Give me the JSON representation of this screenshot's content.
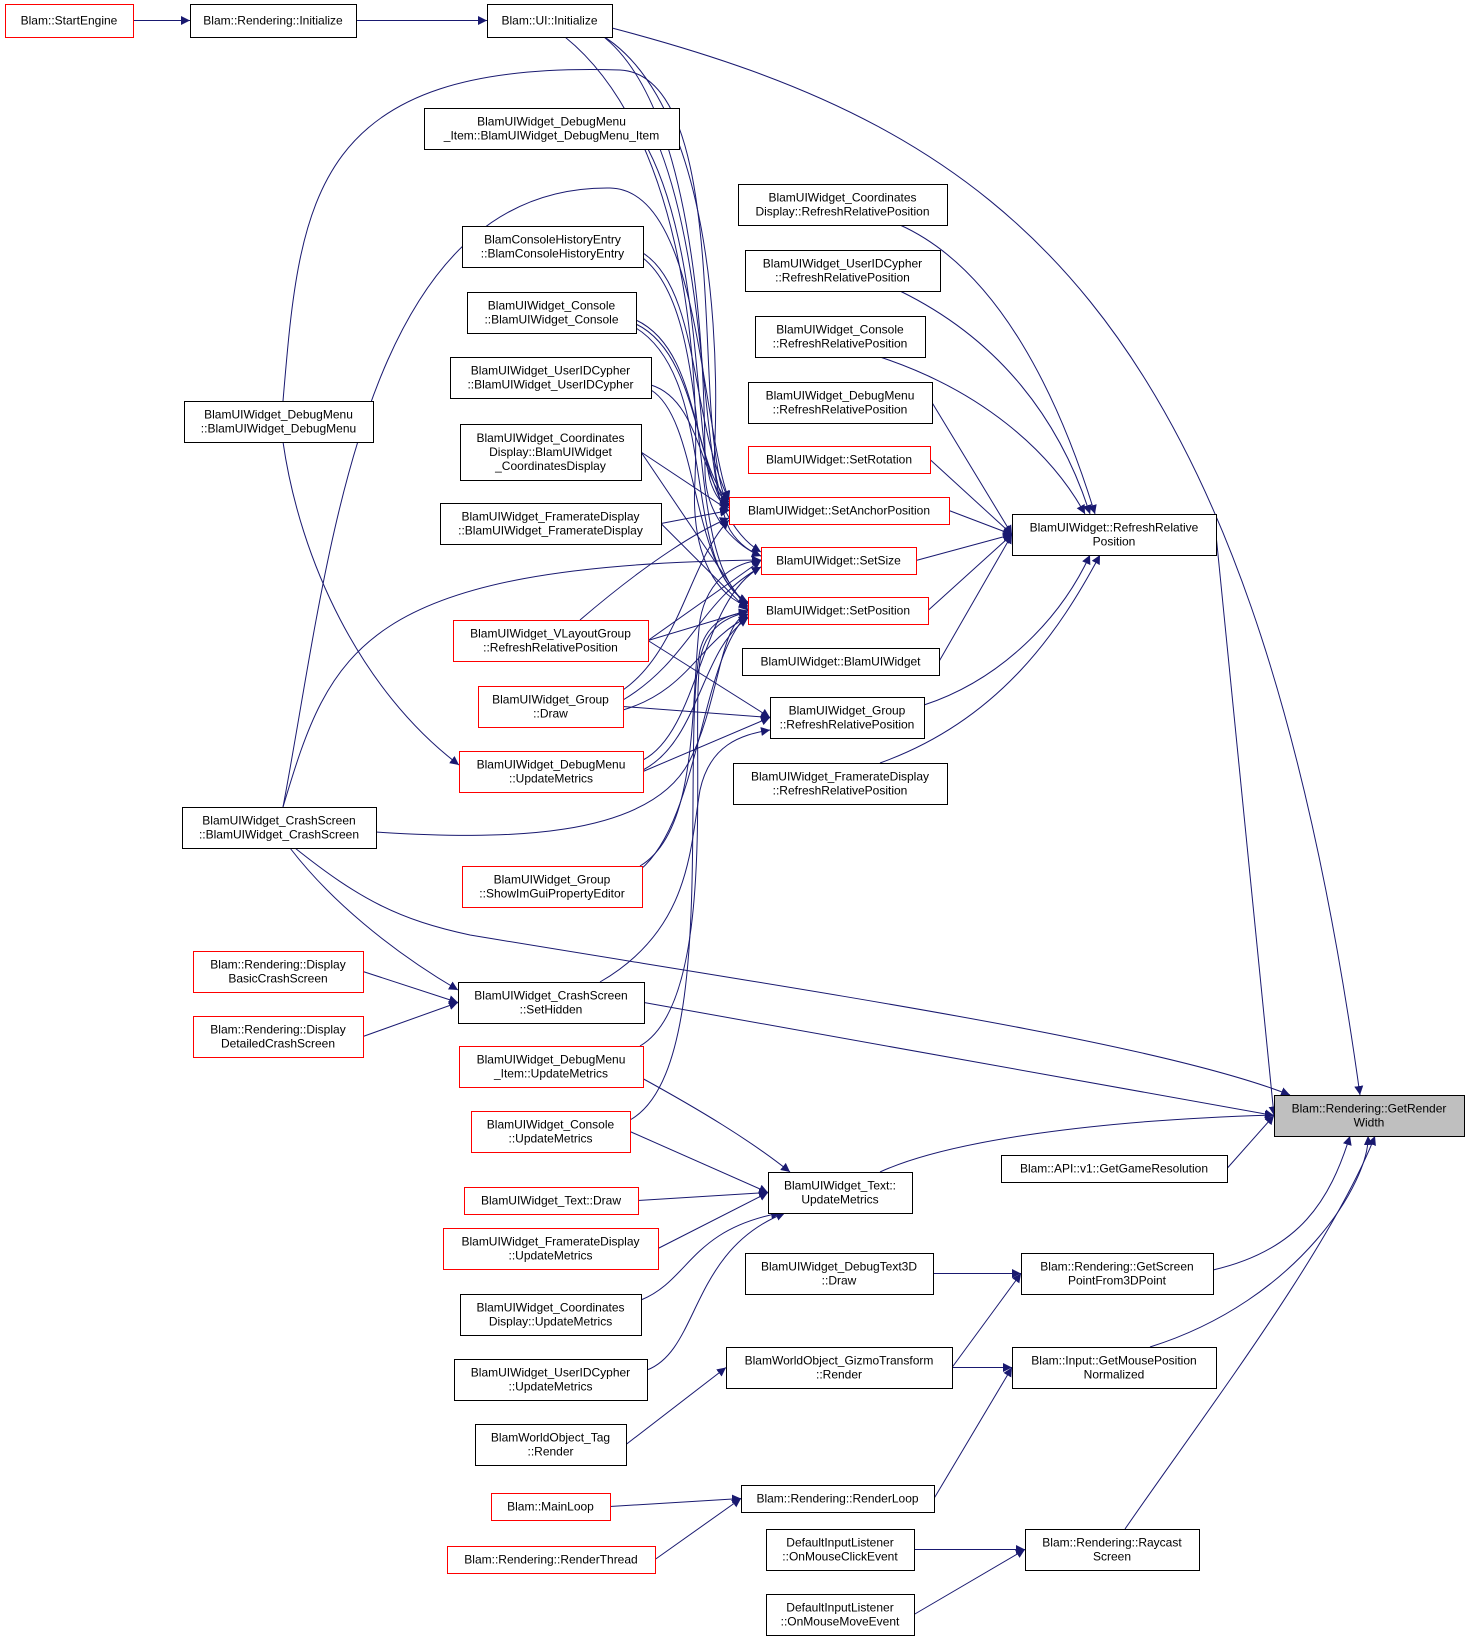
{
  "colors": {
    "edge": "#191970",
    "node_border": "#000000",
    "node_border_incomplete": "#ff0000",
    "highlight_fill": "#bfbfbf",
    "background": "#ffffff"
  },
  "nodes": [
    {
      "id": "startengine",
      "lines": [
        "Blam::StartEngine"
      ],
      "red": true
    },
    {
      "id": "render_init",
      "lines": [
        "Blam::Rendering::Initialize"
      ]
    },
    {
      "id": "ui_init",
      "lines": [
        "Blam::UI::Initialize"
      ]
    },
    {
      "id": "dbgmenuitem_ctor",
      "lines": [
        "BlamUIWidget_DebugMenu",
        "_Item::BlamUIWidget_DebugMenu_Item"
      ]
    },
    {
      "id": "coords_rrp",
      "lines": [
        "BlamUIWidget_Coordinates",
        "Display::RefreshRelativePosition"
      ]
    },
    {
      "id": "histentry_ctor",
      "lines": [
        "BlamConsoleHistoryEntry",
        "::BlamConsoleHistoryEntry"
      ]
    },
    {
      "id": "userid_rrp",
      "lines": [
        "BlamUIWidget_UserIDCypher",
        "::RefreshRelativePosition"
      ]
    },
    {
      "id": "console_ctor",
      "lines": [
        "BlamUIWidget_Console",
        "::BlamUIWidget_Console"
      ]
    },
    {
      "id": "console_rrp",
      "lines": [
        "BlamUIWidget_Console",
        "::RefreshRelativePosition"
      ]
    },
    {
      "id": "userid_ctor",
      "lines": [
        "BlamUIWidget_UserIDCypher",
        "::BlamUIWidget_UserIDCypher"
      ]
    },
    {
      "id": "debugmenu_rrp",
      "lines": [
        "BlamUIWidget_DebugMenu",
        "::RefreshRelativePosition"
      ]
    },
    {
      "id": "debugmenu_ctor",
      "lines": [
        "BlamUIWidget_DebugMenu",
        "::BlamUIWidget_DebugMenu"
      ]
    },
    {
      "id": "coords_ctor",
      "lines": [
        "BlamUIWidget_Coordinates",
        "Display::BlamUIWidget",
        "_CoordinatesDisplay"
      ]
    },
    {
      "id": "setrotation",
      "lines": [
        "BlamUIWidget::SetRotation"
      ],
      "red": true
    },
    {
      "id": "setanchor",
      "lines": [
        "BlamUIWidget::SetAnchorPosition"
      ],
      "red": true
    },
    {
      "id": "framerate_ctor",
      "lines": [
        "BlamUIWidget_FramerateDisplay",
        "::BlamUIWidget_FramerateDisplay"
      ]
    },
    {
      "id": "refreshrel",
      "lines": [
        "BlamUIWidget::RefreshRelative",
        "Position"
      ]
    },
    {
      "id": "setsize",
      "lines": [
        "BlamUIWidget::SetSize"
      ],
      "red": true
    },
    {
      "id": "setposition",
      "lines": [
        "BlamUIWidget::SetPosition"
      ],
      "red": true
    },
    {
      "id": "vlayout_rrp",
      "lines": [
        "BlamUIWidget_VLayoutGroup",
        "::RefreshRelativePosition"
      ],
      "red": true
    },
    {
      "id": "uiwidget_ctor",
      "lines": [
        "BlamUIWidget::BlamUIWidget"
      ]
    },
    {
      "id": "group_draw",
      "lines": [
        "BlamUIWidget_Group",
        "::Draw"
      ],
      "red": true
    },
    {
      "id": "group_rrp",
      "lines": [
        "BlamUIWidget_Group",
        "::RefreshRelativePosition"
      ]
    },
    {
      "id": "debugmenu_um",
      "lines": [
        "BlamUIWidget_DebugMenu",
        "::UpdateMetrics"
      ],
      "red": true
    },
    {
      "id": "framerate_rrp",
      "lines": [
        "BlamUIWidget_FramerateDisplay",
        "::RefreshRelativePosition"
      ]
    },
    {
      "id": "crash_ctor",
      "lines": [
        "BlamUIWidget_CrashScreen",
        "::BlamUIWidget_CrashScreen"
      ]
    },
    {
      "id": "group_imgui",
      "lines": [
        "BlamUIWidget_Group",
        "::ShowImGuiPropertyEditor"
      ],
      "red": true
    },
    {
      "id": "disp_basic",
      "lines": [
        "Blam::Rendering::Display",
        "BasicCrashScreen"
      ],
      "red": true
    },
    {
      "id": "crash_sethidden",
      "lines": [
        "BlamUIWidget_CrashScreen",
        "::SetHidden"
      ]
    },
    {
      "id": "disp_detailed",
      "lines": [
        "Blam::Rendering::Display",
        "DetailedCrashScreen"
      ],
      "red": true
    },
    {
      "id": "dbgmenuitem_um",
      "lines": [
        "BlamUIWidget_DebugMenu",
        "_Item::UpdateMetrics"
      ],
      "red": true
    },
    {
      "id": "getrenderwidth",
      "lines": [
        "Blam::Rendering::GetRender",
        "Width"
      ],
      "highlight": true
    },
    {
      "id": "console_um",
      "lines": [
        "BlamUIWidget_Console",
        "::UpdateMetrics"
      ],
      "red": true
    },
    {
      "id": "getgameres",
      "lines": [
        "Blam::API::v1::GetGameResolution"
      ]
    },
    {
      "id": "text_um",
      "lines": [
        "BlamUIWidget_Text::",
        "UpdateMetrics"
      ]
    },
    {
      "id": "text_draw",
      "lines": [
        "BlamUIWidget_Text::Draw"
      ],
      "red": true
    },
    {
      "id": "framerate_um",
      "lines": [
        "BlamUIWidget_FramerateDisplay",
        "::UpdateMetrics"
      ],
      "red": true
    },
    {
      "id": "debugtext3d_draw",
      "lines": [
        "BlamUIWidget_DebugText3D",
        "::Draw"
      ]
    },
    {
      "id": "getscreenpoint",
      "lines": [
        "Blam::Rendering::GetScreen",
        "PointFrom3DPoint"
      ]
    },
    {
      "id": "coords_um",
      "lines": [
        "BlamUIWidget_Coordinates",
        "Display::UpdateMetrics"
      ]
    },
    {
      "id": "gizmo_render",
      "lines": [
        "BlamWorldObject_GizmoTransform",
        "::Render"
      ]
    },
    {
      "id": "getmousepos",
      "lines": [
        "Blam::Input::GetMousePosition",
        "Normalized"
      ]
    },
    {
      "id": "userid_um",
      "lines": [
        "BlamUIWidget_UserIDCypher",
        "::UpdateMetrics"
      ]
    },
    {
      "id": "tag_render",
      "lines": [
        "BlamWorldObject_Tag",
        "::Render"
      ]
    },
    {
      "id": "renderloop",
      "lines": [
        "Blam::Rendering::RenderLoop"
      ]
    },
    {
      "id": "mainloop",
      "lines": [
        "Blam::MainLoop"
      ],
      "red": true
    },
    {
      "id": "renderthread",
      "lines": [
        "Blam::Rendering::RenderThread"
      ],
      "red": true
    },
    {
      "id": "onclick",
      "lines": [
        "DefaultInputListener",
        "::OnMouseClickEvent"
      ]
    },
    {
      "id": "raycast",
      "lines": [
        "Blam::Rendering::Raycast",
        "Screen"
      ]
    },
    {
      "id": "onmove",
      "lines": [
        "DefaultInputListener",
        "::OnMouseMoveEvent"
      ]
    }
  ],
  "edges": [
    [
      "startengine",
      "render_init"
    ],
    [
      "render_init",
      "ui_init"
    ],
    [
      "ui_init",
      "getrenderwidth"
    ],
    [
      "ui_init",
      "setanchor"
    ],
    [
      "ui_init",
      "setsize"
    ],
    [
      "ui_init",
      "setposition"
    ],
    [
      "dbgmenuitem_ctor",
      "setanchor"
    ],
    [
      "dbgmenuitem_ctor",
      "setsize"
    ],
    [
      "coords_rrp",
      "refreshrel"
    ],
    [
      "userid_rrp",
      "refreshrel"
    ],
    [
      "console_rrp",
      "refreshrel"
    ],
    [
      "debugmenu_rrp",
      "refreshrel"
    ],
    [
      "setrotation",
      "refreshrel"
    ],
    [
      "setanchor",
      "refreshrel"
    ],
    [
      "setsize",
      "refreshrel"
    ],
    [
      "setposition",
      "refreshrel"
    ],
    [
      "uiwidget_ctor",
      "refreshrel"
    ],
    [
      "group_rrp",
      "refreshrel"
    ],
    [
      "framerate_rrp",
      "refreshrel"
    ],
    [
      "refreshrel",
      "getrenderwidth"
    ],
    [
      "histentry_ctor",
      "setanchor"
    ],
    [
      "histentry_ctor",
      "setposition"
    ],
    [
      "console_ctor",
      "setanchor"
    ],
    [
      "console_ctor",
      "setsize"
    ],
    [
      "console_ctor",
      "setposition"
    ],
    [
      "userid_ctor",
      "setanchor"
    ],
    [
      "userid_ctor",
      "setposition"
    ],
    [
      "coords_ctor",
      "setanchor"
    ],
    [
      "coords_ctor",
      "setposition"
    ],
    [
      "framerate_ctor",
      "setanchor"
    ],
    [
      "framerate_ctor",
      "setposition"
    ],
    [
      "vlayout_rrp",
      "setanchor"
    ],
    [
      "vlayout_rrp",
      "setsize"
    ],
    [
      "vlayout_rrp",
      "setposition"
    ],
    [
      "vlayout_rrp",
      "group_rrp"
    ],
    [
      "group_draw",
      "setanchor"
    ],
    [
      "group_draw",
      "setsize"
    ],
    [
      "group_draw",
      "setposition"
    ],
    [
      "group_draw",
      "group_rrp"
    ],
    [
      "debugmenu_um",
      "setsize"
    ],
    [
      "debugmenu_um",
      "setposition"
    ],
    [
      "debugmenu_um",
      "group_rrp"
    ],
    [
      "debugmenu_ctor",
      "setanchor"
    ],
    [
      "debugmenu_ctor",
      "debugmenu_um"
    ],
    [
      "crash_ctor",
      "setanchor"
    ],
    [
      "crash_ctor",
      "setsize"
    ],
    [
      "crash_ctor",
      "setposition"
    ],
    [
      "crash_ctor",
      "getrenderwidth"
    ],
    [
      "crash_ctor",
      "crash_sethidden"
    ],
    [
      "group_imgui",
      "setsize"
    ],
    [
      "group_imgui",
      "setposition"
    ],
    [
      "disp_basic",
      "crash_sethidden"
    ],
    [
      "disp_detailed",
      "crash_sethidden"
    ],
    [
      "crash_sethidden",
      "group_rrp"
    ],
    [
      "crash_sethidden",
      "getrenderwidth"
    ],
    [
      "dbgmenuitem_um",
      "setposition"
    ],
    [
      "dbgmenuitem_um",
      "text_um"
    ],
    [
      "console_um",
      "setposition"
    ],
    [
      "console_um",
      "text_um"
    ],
    [
      "text_draw",
      "text_um"
    ],
    [
      "framerate_um",
      "text_um"
    ],
    [
      "coords_um",
      "text_um"
    ],
    [
      "userid_um",
      "text_um"
    ],
    [
      "text_um",
      "getrenderwidth"
    ],
    [
      "getgameres",
      "getrenderwidth"
    ],
    [
      "getscreenpoint",
      "getrenderwidth"
    ],
    [
      "getmousepos",
      "getrenderwidth"
    ],
    [
      "raycast",
      "getrenderwidth"
    ],
    [
      "debugtext3d_draw",
      "getscreenpoint"
    ],
    [
      "gizmo_render",
      "getscreenpoint"
    ],
    [
      "gizmo_render",
      "getmousepos"
    ],
    [
      "tag_render",
      "gizmo_render"
    ],
    [
      "renderloop",
      "getmousepos"
    ],
    [
      "mainloop",
      "renderloop"
    ],
    [
      "renderthread",
      "renderloop"
    ],
    [
      "onclick",
      "raycast"
    ],
    [
      "onmove",
      "raycast"
    ]
  ]
}
